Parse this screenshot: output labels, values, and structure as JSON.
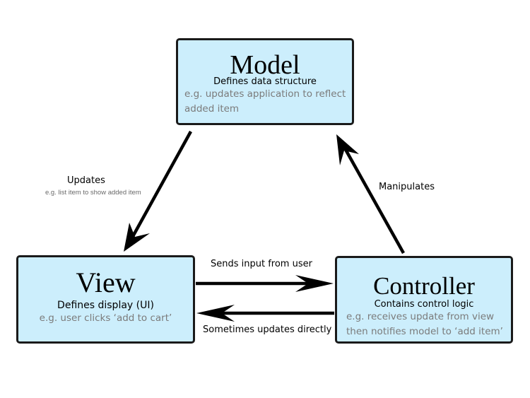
{
  "model": {
    "title": "Model",
    "subtitle": "Defines data structure",
    "example": "e.g. updates application to reflect added item"
  },
  "view": {
    "title": "View",
    "subtitle": "Defines display (UI)",
    "example": "e.g. user clicks ‘add to cart’"
  },
  "controller": {
    "title": "Controller",
    "subtitle": "Contains control logic",
    "example": "e.g. receives update from view then notifies model to ‘add item’"
  },
  "edges": {
    "updates": {
      "label": "Updates",
      "example": "e.g. list item to show added item"
    },
    "manipulates": {
      "label": "Manipulates"
    },
    "sends_input": {
      "label": "Sends input from user"
    },
    "sometimes_updates": {
      "label": "Sometimes updates directly"
    }
  },
  "colors": {
    "box_fill": "#cceefc",
    "box_border": "#1a1a1a",
    "example_text": "#7b7b7b",
    "arrow": "#000000"
  }
}
